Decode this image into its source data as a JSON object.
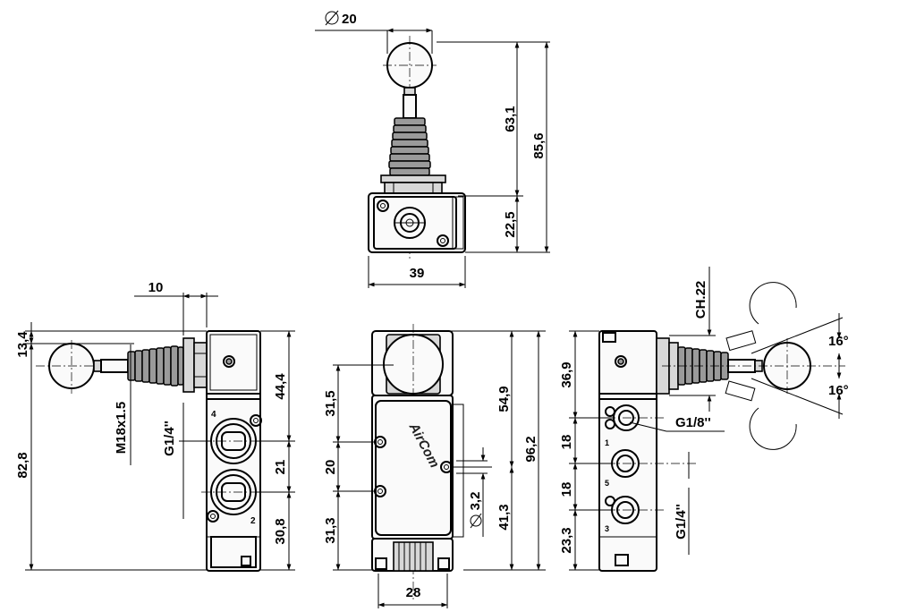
{
  "drawing": {
    "top_view": {
      "dim_ball_diameter": "20",
      "dim_lever_height": "63,1",
      "dim_total_height": "85,6",
      "dim_body_height": "22,5",
      "dim_body_width": "39"
    },
    "left_view": {
      "dim_lever_offset": "10",
      "dim_top_gap": "13,4",
      "dim_upper": "44,4",
      "dim_thread": "M18x1.5",
      "dim_port_thread": "G1/4''",
      "dim_port_pitch": "21",
      "dim_total_height": "82,8",
      "dim_lower": "30,8",
      "port_label_4": "4",
      "port_label_2": "2"
    },
    "front_view": {
      "dim_upper": "31,5",
      "dim_middle": "20",
      "dim_lower": "31,3",
      "dim_height_a": "54,9",
      "dim_total_height": "96,2",
      "dim_hole_diameter": "3,2",
      "dim_height_b": "41,3",
      "dim_width": "28",
      "logo_text": "AirCom"
    },
    "right_view": {
      "dim_wrench": "CH.22",
      "dim_upper": "36,9",
      "dim_port_pitch_a": "18",
      "dim_port_pitch_b": "18",
      "dim_lower": "23,3",
      "dim_angle_up": "16°",
      "dim_angle_down": "16°",
      "dim_pilot_thread": "G1/8''",
      "dim_port_thread": "G1/4''",
      "port_label_1": "1",
      "port_label_5": "5",
      "port_label_3": "3"
    }
  }
}
